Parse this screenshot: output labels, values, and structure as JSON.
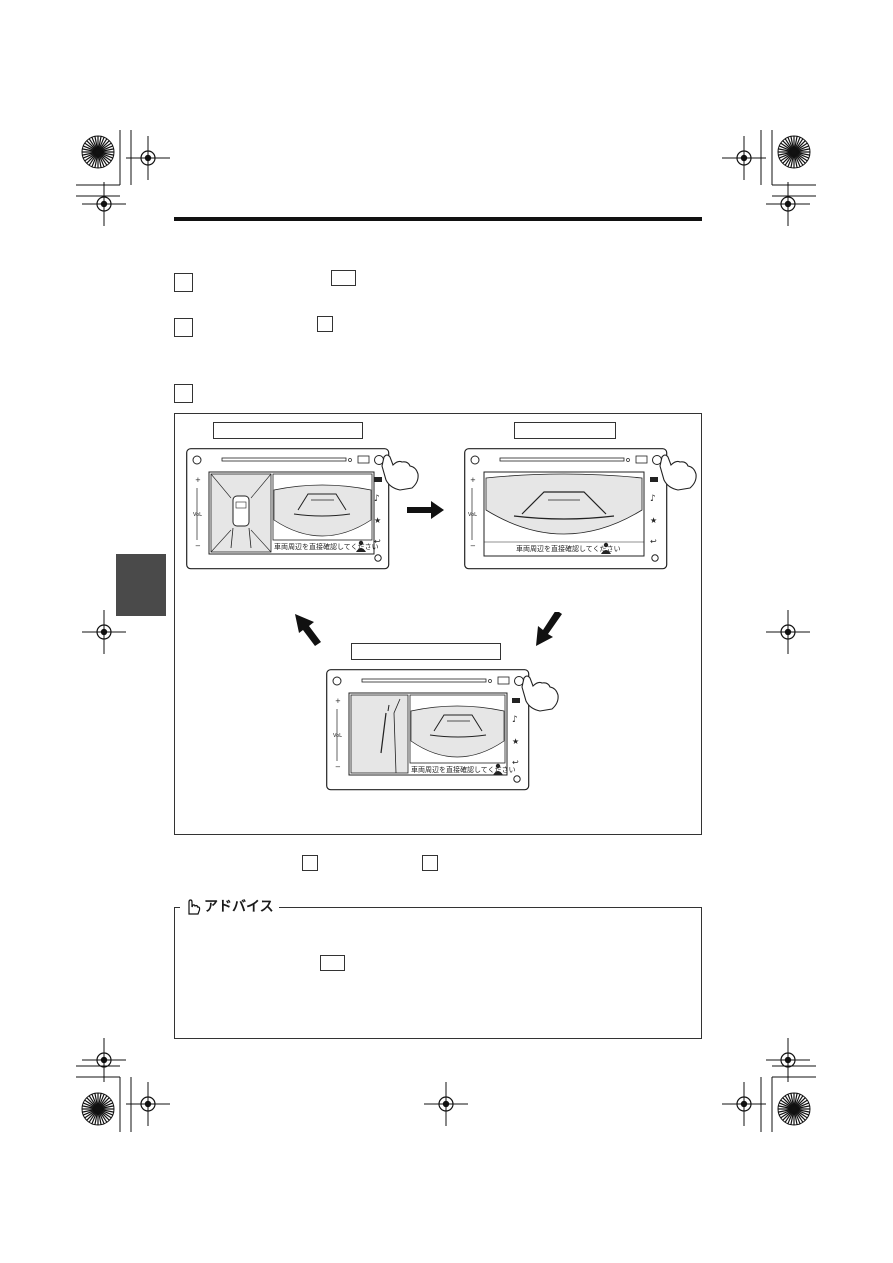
{
  "advice": {
    "title": "アドバイス",
    "icon": "pointing-hand-icon"
  },
  "screens": [
    {
      "id": "screen-split-top",
      "caption": "車両周辺を直接確認してください",
      "mode": "split-overhead"
    },
    {
      "id": "screen-wide",
      "caption": "車両周辺を直接確認してください",
      "mode": "wide-rear"
    },
    {
      "id": "screen-split-side",
      "caption": "車両周辺を直接確認してください",
      "mode": "split-side"
    }
  ],
  "colors": {
    "ink": "#1a1a1a",
    "tab": "#4a4a4a",
    "camera_fill": "#e6e6e6"
  }
}
